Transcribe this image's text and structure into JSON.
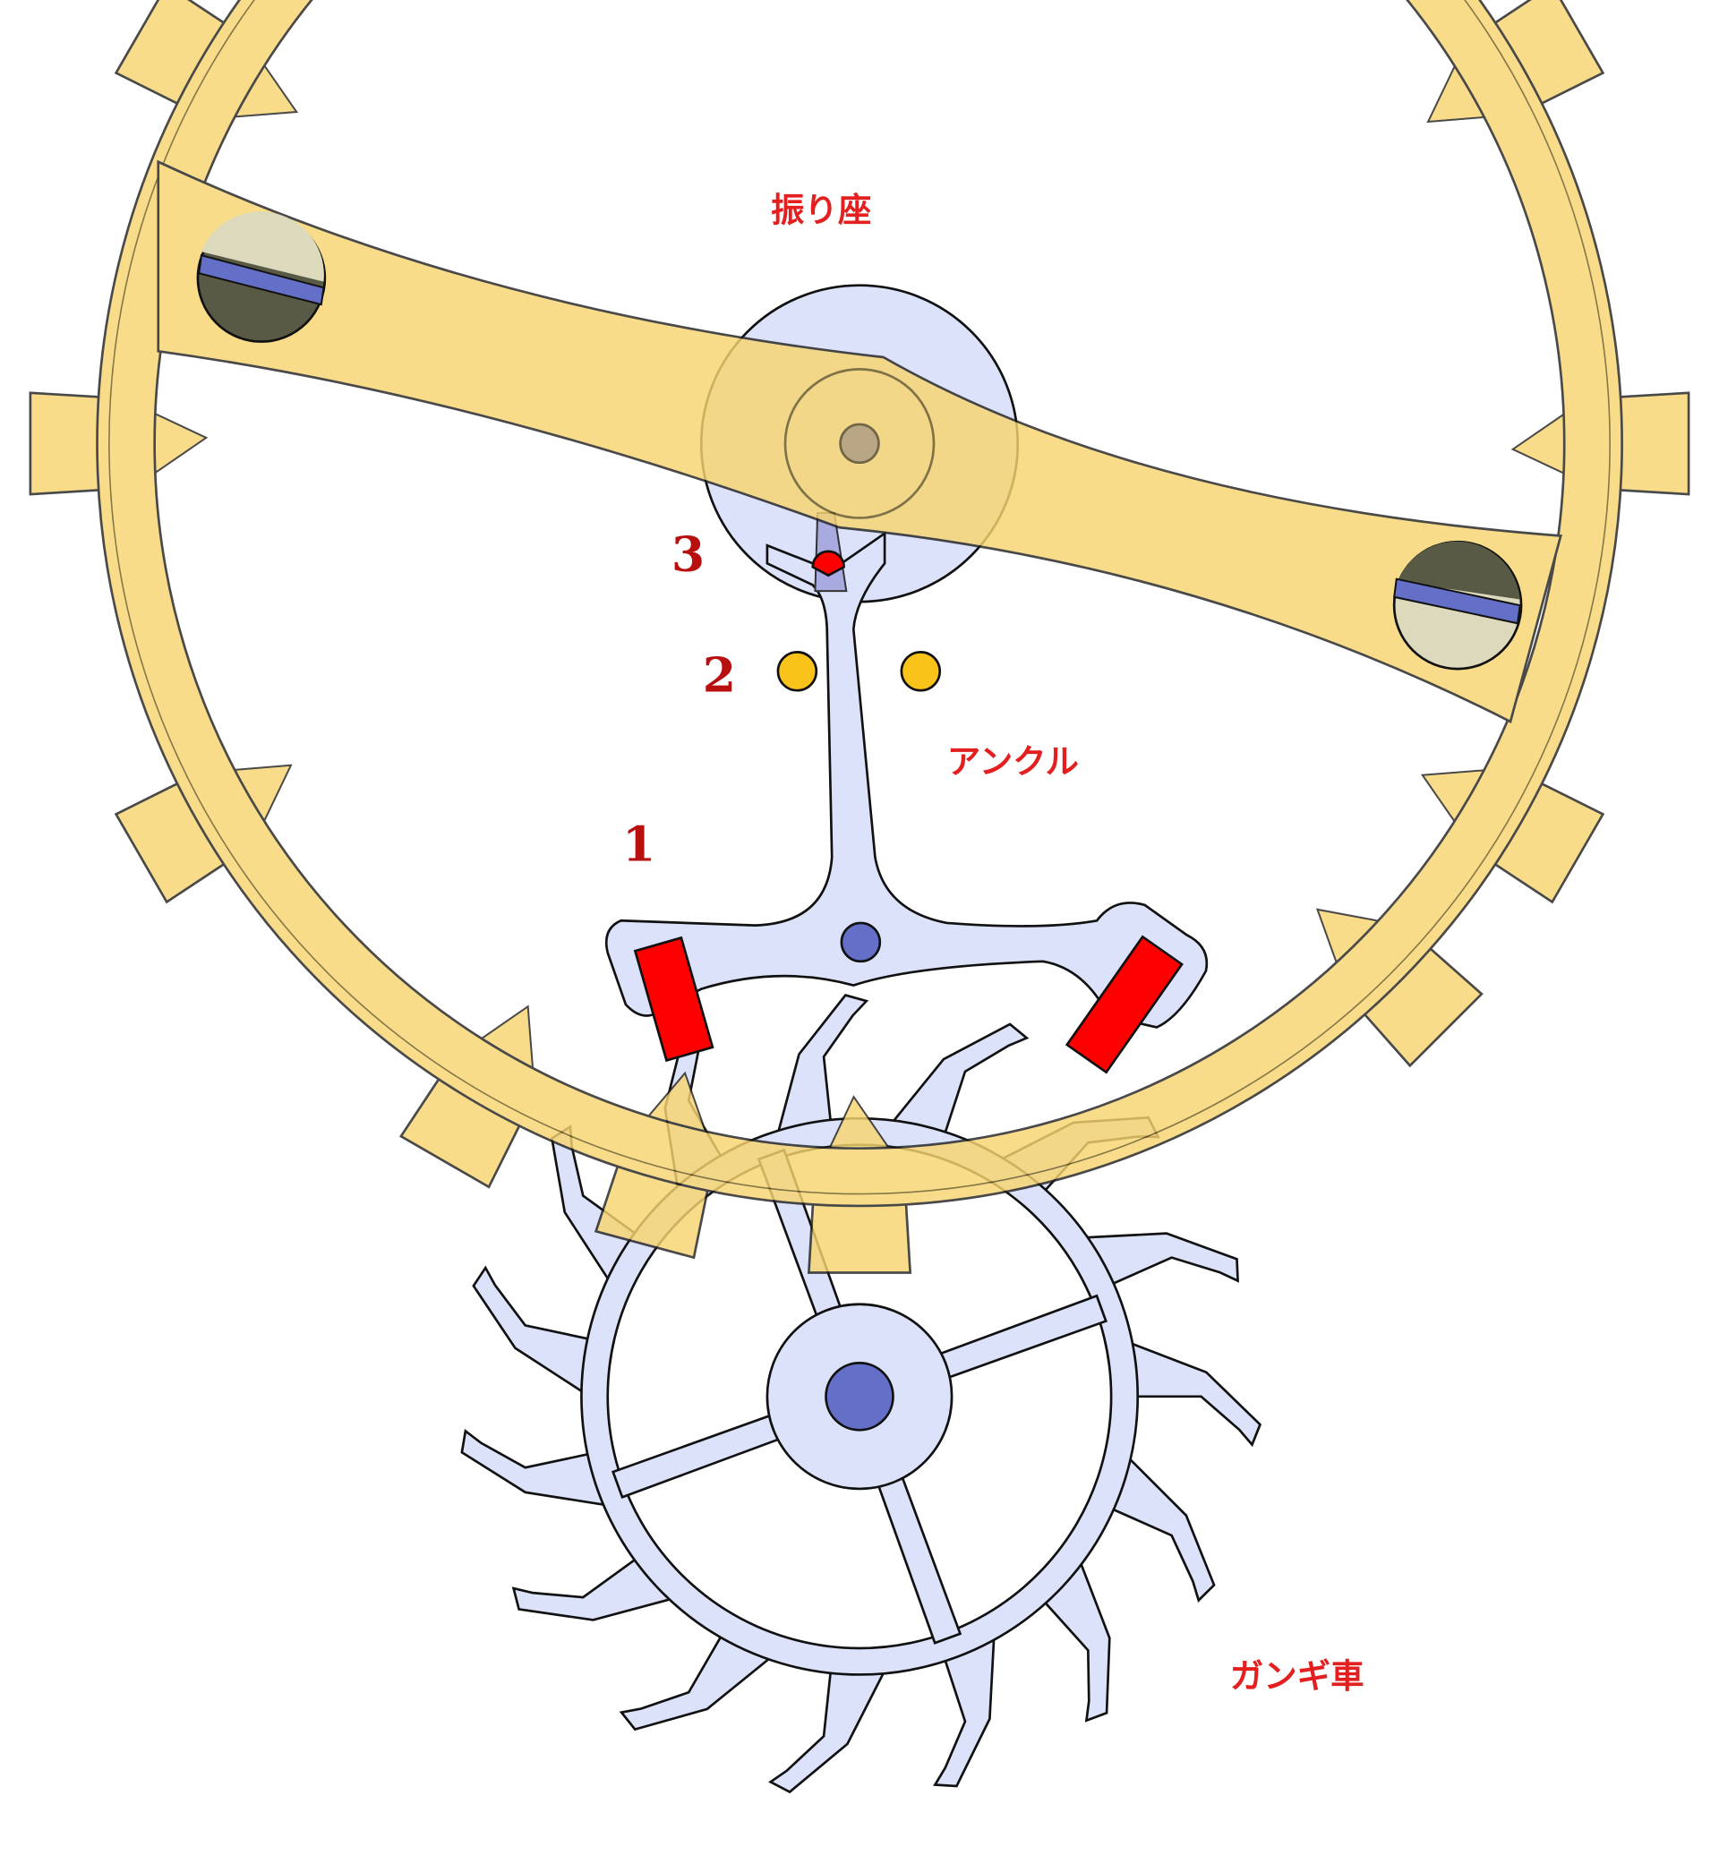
{
  "labels": {
    "roller": "振り座",
    "pallet_fork": "アンクル",
    "escape_wheel": "ガンギ車"
  },
  "steps": [
    "1",
    "2",
    "3"
  ],
  "colors": {
    "balance_gold": "#f8d571",
    "steel_blue": "#dde2fb",
    "jewel_red": "#ff0000",
    "pivot_blue": "#6470c8",
    "banking_pin": "#f9c31a",
    "label_red": "#e3201f"
  },
  "escape_wheel_teeth": 15
}
